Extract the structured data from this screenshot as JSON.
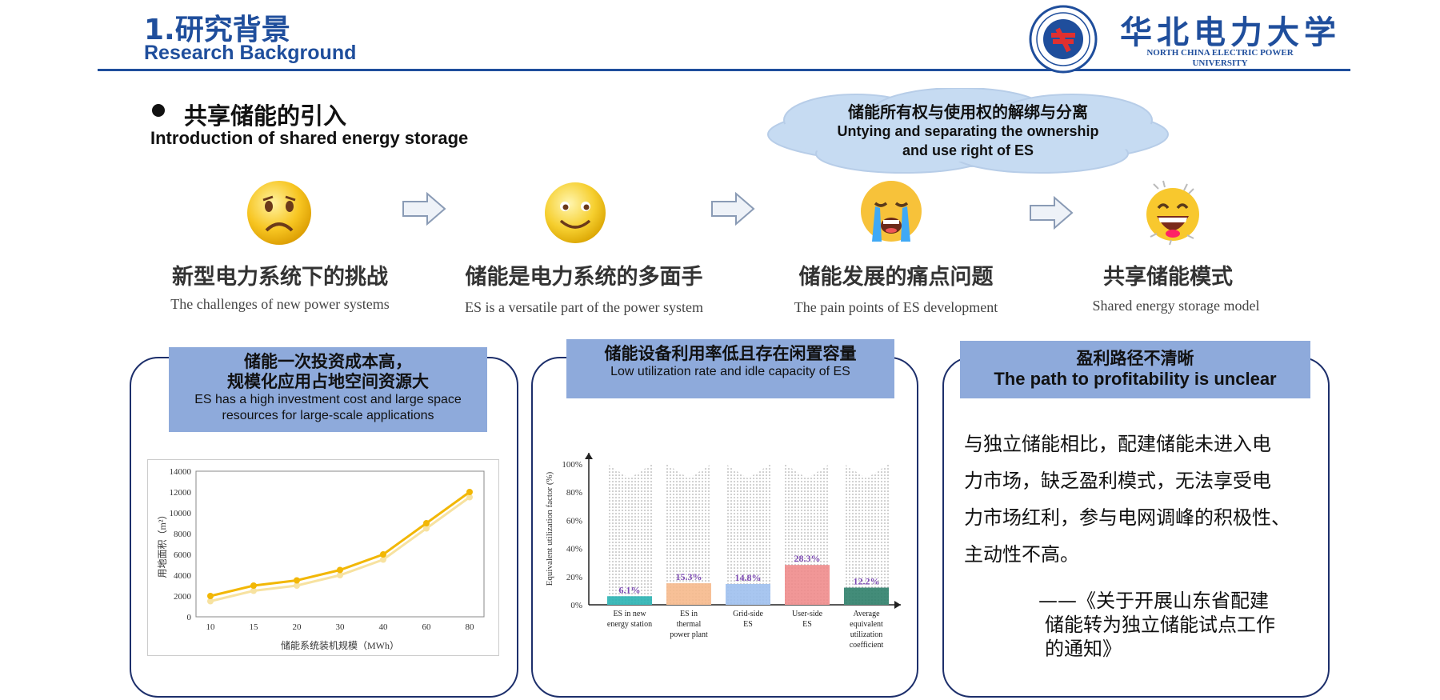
{
  "header": {
    "title": "1.研究背景",
    "subtitle": "Research Background",
    "university_name": "华北电力大学",
    "university_en": "NORTH CHINA ELECTRIC POWER UNIVERSITY",
    "brand_color": "#1f4e9c"
  },
  "section": {
    "title_zh": "共享储能的引入",
    "title_en": "Introduction of shared energy storage"
  },
  "cloud": {
    "zh": "储能所有权与使用权的解绑与分离",
    "en_line1": "Untying and separating the ownership",
    "en_line2": "and use right of ES"
  },
  "stages": [
    {
      "icon": "sad-face-icon",
      "zh": "新型电力系统下的挑战",
      "en": "The challenges of new power systems"
    },
    {
      "icon": "smile-face-icon",
      "zh": "储能是电力系统的多面手",
      "en": "ES is a versatile part of the power system"
    },
    {
      "icon": "crying-face-icon",
      "zh": "储能发展的痛点问题",
      "en": "The pain points of ES development"
    },
    {
      "icon": "laughing-face-icon",
      "zh": "共享储能模式",
      "en": "Shared energy storage model"
    }
  ],
  "panel1": {
    "zh_line1": "储能一次投资成本高，",
    "zh_line2": "规模化应用占地空间资源大",
    "en_line1": "ES has a high investment cost and large space",
    "en_line2": "resources for large-scale applications"
  },
  "panel2": {
    "zh": "储能设备利用率低且存在闲置容量",
    "en": "Low utilization rate and idle capacity of ES"
  },
  "panel3": {
    "zh_title": "盈利路径不清晰",
    "en_title": "The path to profitability is unclear",
    "lines": [
      "与独立储能相比，配建储能未进入电",
      "力市场，缺乏盈利模式，无法享受电",
      "力市场红利，参与电网调峰的积极性、",
      "主动性不高。"
    ],
    "source_lines": [
      "——《关于开展山东省配建",
      "储能转为独立储能试点工作",
      "的通知》"
    ]
  },
  "chart_data": [
    {
      "type": "line",
      "x": [
        "10",
        "15",
        "20",
        "30",
        "40",
        "60",
        "80"
      ],
      "series": [
        {
          "name": "",
          "values": [
            2000,
            3000,
            3500,
            4500,
            6000,
            9000,
            12000
          ],
          "color": "#f2b705"
        },
        {
          "name": "",
          "values": [
            1500,
            2500,
            3000,
            4000,
            5500,
            8500,
            11500
          ],
          "color": "#f7e2a0"
        }
      ],
      "xlabel": "储能系统装机规模（MWh）",
      "ylabel": "用地面积（m²）",
      "ylim": [
        0,
        14000
      ],
      "yticks": [
        "0",
        "2000",
        "4000",
        "6000",
        "8000",
        "10000",
        "12000",
        "14000"
      ],
      "grid": false
    },
    {
      "type": "bar",
      "categories": [
        [
          "ES in new",
          "energy station"
        ],
        [
          "ES  in",
          "thermal",
          "power plant"
        ],
        [
          "Grid-side",
          "ES"
        ],
        [
          "User-side",
          "ES"
        ],
        [
          "Average",
          "equivalent",
          "utilization",
          "coefficient"
        ]
      ],
      "values": [
        6.1,
        15.3,
        14.8,
        28.3,
        12.2
      ],
      "labels": [
        "6.1%",
        "15.3%",
        "14.8%",
        "28.3%",
        "12.2%"
      ],
      "colors": [
        "#2ab3b3",
        "#f6b98c",
        "#9fc0ee",
        "#ef8c8c",
        "#2f7f6a"
      ],
      "ylabel": "Equivalent utilization factor (%)",
      "ylim": [
        0,
        100
      ],
      "yticks": [
        "0%",
        "20%",
        "40%",
        "60%",
        "80%",
        "100%"
      ],
      "label_color": "#7d4bb3"
    }
  ]
}
